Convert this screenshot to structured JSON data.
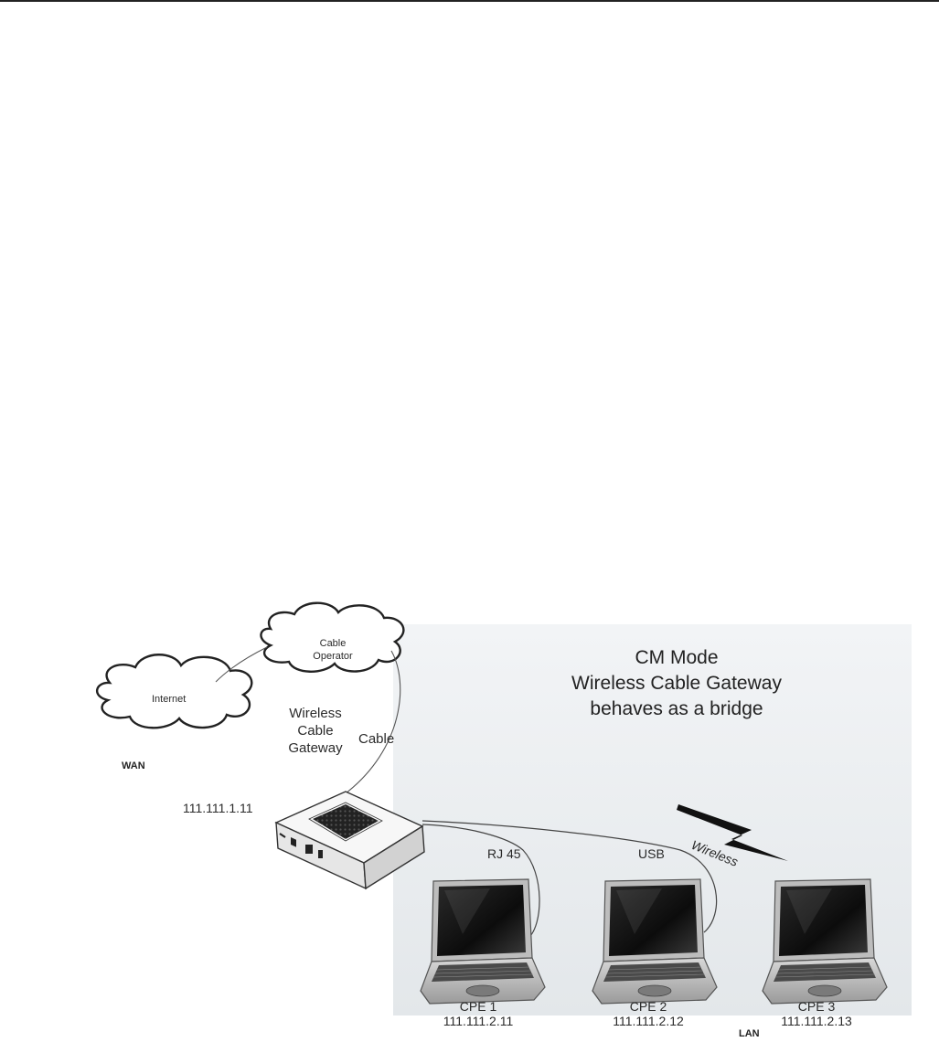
{
  "diagram": {
    "title_lines": [
      "CM Mode",
      "Wireless Cable Gateway",
      "behaves as a bridge"
    ],
    "clouds": {
      "internet": "Internet",
      "cable_operator": [
        "Cable",
        "Operator"
      ]
    },
    "wan_label": "WAN",
    "lan_label": "LAN",
    "links": {
      "cable": "Cable",
      "rj45": "RJ 45",
      "usb": "USB",
      "wireless": "Wireless"
    },
    "gateway": {
      "ip": "111.111.1.11",
      "label_lines": [
        "Wireless",
        "Cable",
        "Gateway"
      ]
    },
    "cpes": [
      {
        "name": "CPE 1",
        "ip": "111.111.2.11"
      },
      {
        "name": "CPE 2",
        "ip": "111.111.2.12"
      },
      {
        "name": "CPE 3",
        "ip": "111.111.2.13"
      }
    ]
  }
}
